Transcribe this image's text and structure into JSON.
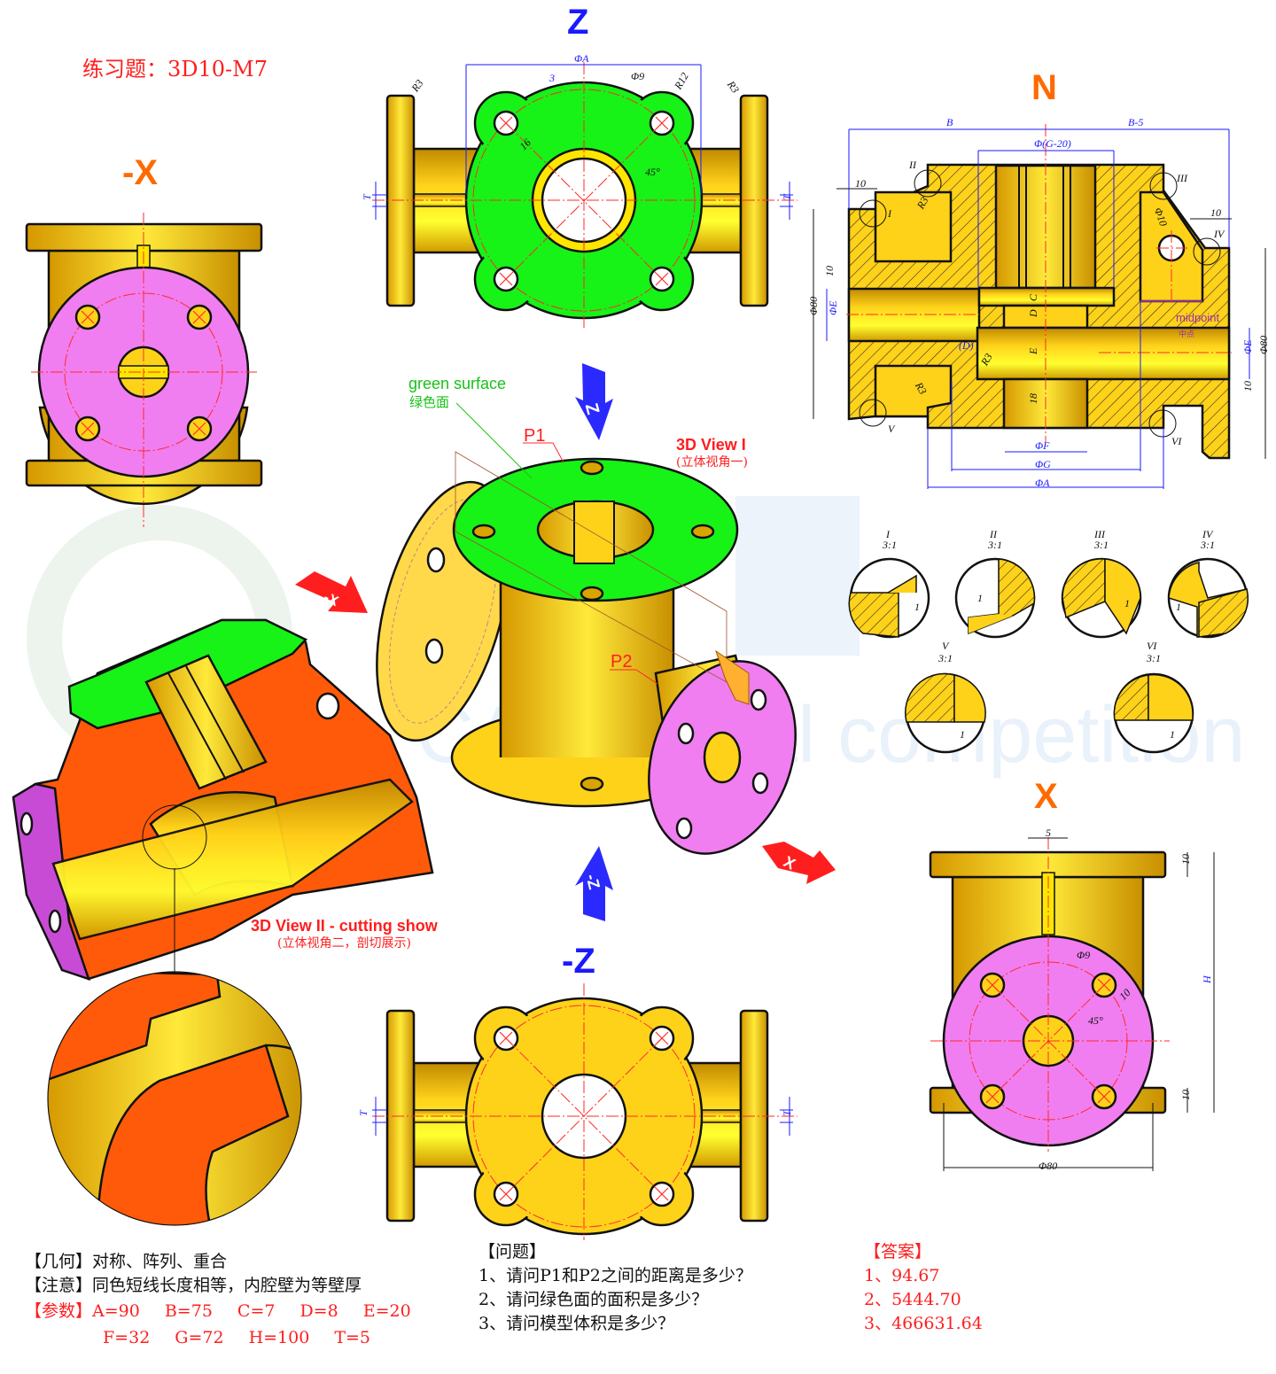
{
  "title": "练习题：3D10-M7",
  "view_labels": {
    "z": "Z",
    "minus_x": "-X",
    "n": "N",
    "x": "X",
    "minus_z": "-Z"
  },
  "top_view_dims": {
    "phi_a": "ΦA",
    "three": "3",
    "phi9": "Φ9",
    "r12": "R12",
    "r3_left": "R3",
    "r3_right": "R3",
    "sixteen": "16",
    "angle": "45°",
    "t_left": "T",
    "t_right": "T"
  },
  "section_dims": {
    "b": "B",
    "b5": "B-5",
    "phi_g20": "Φ(G-20)",
    "ten_left": "10",
    "ten_right": "10",
    "r3_a": "R3",
    "r3_b": "R3",
    "r3_c": "R3",
    "phi10": "Φ10",
    "ten_v": "10",
    "phi_e_left": "ΦE",
    "phi80_left": "Φ80",
    "c": "C",
    "d": "D",
    "e": "E",
    "d_paren": "(D)",
    "eighteen": "18",
    "phi_e_right": "ΦE",
    "phi80_right": "Φ80",
    "ten_v_right": "10",
    "phi_f": "ΦF",
    "phi_g": "ΦG",
    "phi_a": "ΦA",
    "midpoint": "midpoint",
    "midpoint_cn": "中点",
    "markers": [
      "I",
      "II",
      "III",
      "IV",
      "V",
      "VI"
    ]
  },
  "details": [
    {
      "label": "I",
      "scale": "3:1"
    },
    {
      "label": "II",
      "scale": "3:1"
    },
    {
      "label": "III",
      "scale": "3:1"
    },
    {
      "label": "IV",
      "scale": "3:1"
    },
    {
      "label": "V",
      "scale": "3:1"
    },
    {
      "label": "VI",
      "scale": "3:1"
    }
  ],
  "detail_dim": "1",
  "view3d_1": {
    "green_surface": "green surface",
    "green_surface_cn": "绿色面",
    "p1": "P1",
    "p2": "P2",
    "title": "3D View I",
    "subtitle": "(立体视角一)"
  },
  "view3d_2": {
    "title": "3D View II - cutting show",
    "subtitle": "(立体视角二，剖切展示)"
  },
  "arrows": {
    "z": "Z",
    "minus_z": "-Z",
    "minus_x": "-X",
    "x": "X"
  },
  "x_view_dims": {
    "five": "5",
    "ten_top": "10",
    "ten_bottom": "10",
    "h": "H",
    "phi9": "Φ9",
    "ten": "10",
    "angle": "45°",
    "phi80": "Φ80"
  },
  "watermark": "CAD digital competition",
  "notes": {
    "geometry_label": "【几何】",
    "geometry_text": "对称、阵列、重合",
    "notice_label": "【注意】",
    "notice_text": "同色短线长度相等，内腔壁为等壁厚",
    "params_label": "【参数】",
    "params": [
      "A=90",
      "B=75",
      "C=7",
      "D=8",
      "E=20",
      "F=32",
      "G=72",
      "H=100",
      "T=5"
    ]
  },
  "questions": {
    "header": "【问题】",
    "items": [
      "1、请问P1和P2之间的距离是多少？",
      "2、请问绿色面的面积是多少？",
      "3、请问模型体积是多少？"
    ]
  },
  "answers": {
    "header": "【答案】",
    "items": [
      "1、94.67",
      "2、5444.70",
      "3、466631.64"
    ]
  },
  "colors": {
    "yellow": "#ffd21a",
    "green": "#17f217",
    "pink": "#f07ef0",
    "orange": "#ff5a0a",
    "purple": "#c84bd6",
    "blue_dim": "#1a1aff",
    "red_center": "#ff2a2a"
  }
}
